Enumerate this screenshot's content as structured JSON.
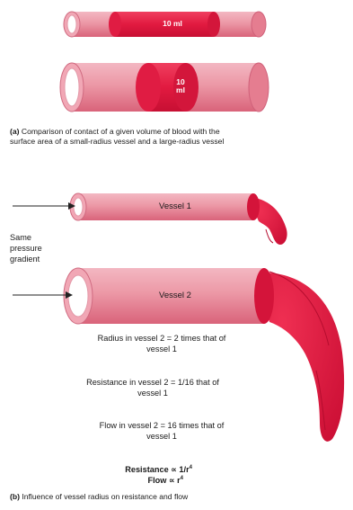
{
  "part_a": {
    "small_vessel_volume": "10 ml",
    "large_vessel_volume_line1": "10",
    "large_vessel_volume_line2": "ml",
    "caption_tag": "(a)",
    "caption_line1": "Comparison of contact of a given volume of blood with the",
    "caption_line2": "surface area of a small-radius vessel and a large-radius vessel"
  },
  "part_b": {
    "vessel1_label": "Vessel 1",
    "vessel2_label": "Vessel 2",
    "pressure_label_lines": [
      "Same",
      "pressure",
      "gradient"
    ],
    "radius_text_line1": "Radius in vessel 2 = 2 times that of",
    "radius_text_line2": "vessel 1",
    "resistance_text_line1": "Resistance in vessel 2 = 1/16 that of",
    "resistance_text_line2": "vessel 1",
    "flow_text_line1": "Flow in vessel 2 = 16 times that of",
    "flow_text_line2": "vessel 1",
    "formula_resistance_label": "Resistance",
    "formula_resistance_expr": "1/r",
    "formula_flow_label": "Flow",
    "formula_flow_expr": "r",
    "formula_exponent": "4",
    "formula_symbol": "∝",
    "caption_tag": "(b)",
    "caption_text": "Influence of vessel radius on resistance and flow"
  },
  "colors": {
    "vessel_wall": "#e88f9d",
    "vessel_light": "#f6c6cf",
    "blood_dark": "#d4143a",
    "blood_flow": "#e3123f",
    "lumen": "#ffffff"
  }
}
